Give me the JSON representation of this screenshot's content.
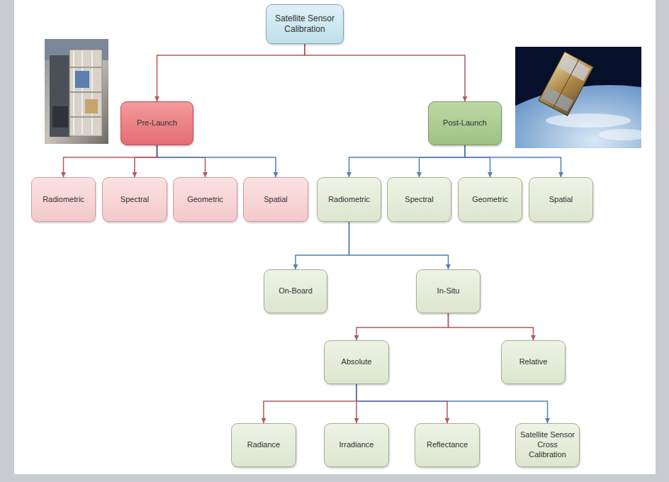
{
  "diagram": {
    "nodes": [
      {
        "text": [
          "Satellite Sensor Calibration"
        ]
      },
      {
        "text": [
          "Pre-Launch"
        ]
      },
      {
        "text": [
          "Post-Launch"
        ]
      },
      {
        "text": [
          "Radiometric"
        ]
      },
      {
        "text": [
          "Spectral"
        ]
      },
      {
        "text": [
          "Geometric"
        ]
      },
      {
        "text": [
          "Spatial"
        ]
      },
      {
        "text": [
          "Radiometric"
        ]
      },
      {
        "text": [
          "Spectral"
        ]
      },
      {
        "text": [
          "Geometric"
        ]
      },
      {
        "text": [
          "Spatial"
        ]
      },
      {
        "text": [
          "On-Board"
        ]
      },
      {
        "text": [
          "In-Situ"
        ]
      },
      {
        "text": [
          "Absolute"
        ]
      },
      {
        "text": [
          "Relative"
        ]
      },
      {
        "text": [
          "Radiance"
        ]
      },
      {
        "text": [
          "Irradiance"
        ]
      },
      {
        "text": [
          "Reflectance"
        ]
      },
      {
        "text": [
          "Satellite Sensor Cross Calibration"
        ]
      }
    ],
    "edges": [
      {
        "from": 0,
        "to": 1,
        "arrow": "to"
      },
      {
        "from": 0,
        "to": 2,
        "arrow": "to"
      },
      {
        "from": 1,
        "to": 3,
        "arrow": "to"
      },
      {
        "from": 1,
        "to": 4,
        "arrow": "to"
      },
      {
        "from": 1,
        "to": 5,
        "arrow": "to"
      },
      {
        "from": 1,
        "to": 6,
        "arrow": "to"
      },
      {
        "from": 2,
        "to": 7,
        "arrow": "to"
      },
      {
        "from": 2,
        "to": 8,
        "arrow": "to"
      },
      {
        "from": 2,
        "to": 9,
        "arrow": "to"
      },
      {
        "from": 2,
        "to": 10,
        "arrow": "to"
      },
      {
        "from": 7,
        "to": 11,
        "arrow": "to"
      },
      {
        "from": 7,
        "to": 12,
        "arrow": "to"
      },
      {
        "from": 12,
        "to": 13,
        "arrow": "to"
      },
      {
        "from": 12,
        "to": 14,
        "arrow": "to"
      },
      {
        "from": 13,
        "to": 15,
        "arrow": "to"
      },
      {
        "from": 13,
        "to": 16,
        "arrow": "to"
      },
      {
        "from": 13,
        "to": 17,
        "arrow": "to"
      },
      {
        "from": 13,
        "to": 18,
        "arrow": "to"
      }
    ]
  }
}
